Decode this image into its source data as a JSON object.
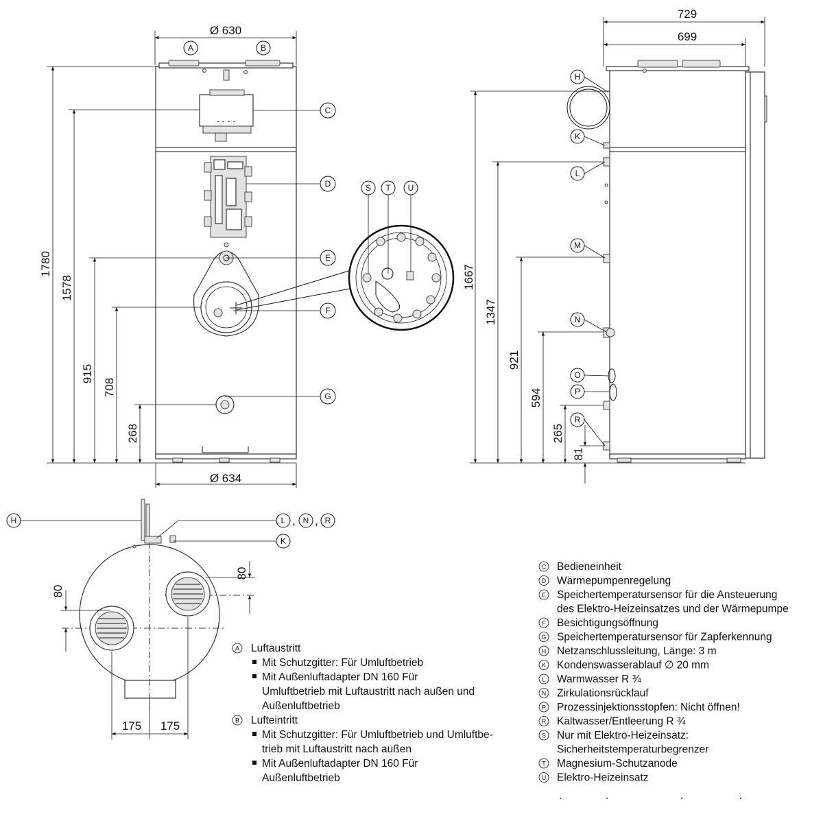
{
  "front_view": {
    "dim_top_diameter": "Ø 630",
    "dim_bottom_diameter": "Ø 634",
    "heights": [
      "1780",
      "1578",
      "915",
      "708",
      "268"
    ],
    "markers": {
      "A": "A",
      "B": "B",
      "C": "C",
      "D": "D",
      "E": "E",
      "F": "F",
      "G": "G",
      "S": "S",
      "T": "T",
      "U": "U"
    }
  },
  "side_view": {
    "dim_total_depth": "729",
    "dim_body_depth": "699",
    "heights": [
      "1667",
      "1347",
      "921",
      "594",
      "265",
      "81"
    ],
    "markers": {
      "H": "H",
      "K": "K",
      "L": "L",
      "M": "M",
      "N": "N",
      "O": "O",
      "P": "P",
      "R": "R"
    }
  },
  "top_view": {
    "dim_left_offset": "175",
    "dim_right_offset": "175",
    "dim_vertical_left": "80",
    "dim_vertical_right": "80",
    "markers": {
      "H": "H",
      "K": "K",
      "L": "L",
      "N": "N",
      "R": "R"
    }
  },
  "legend_air": [
    {
      "key": "A",
      "title": "Luftaustritt",
      "items": [
        [
          "Mit Schutzgitter: Für Umluftbetrieb"
        ],
        [
          "Mit Außenluftadapter DN 160 Für",
          "Umluftbetrieb mit Luftaustritt nach außen und",
          "Außenluftbetrieb"
        ]
      ]
    },
    {
      "key": "B",
      "title": "Lufteintritt",
      "items": [
        [
          "Mit Schutzgitter: Für Umluftbetrieb und Umluftbe-",
          "trieb mit Luftaustritt nach außen"
        ],
        [
          "Mit Außenluftadapter DN 160 Für",
          "Außenluftbetrieb"
        ]
      ]
    }
  ],
  "legend_parts": [
    {
      "key": "C",
      "lines": [
        "Bedieneinheit"
      ]
    },
    {
      "key": "D",
      "lines": [
        "Wärmepumpenregelung"
      ]
    },
    {
      "key": "E",
      "lines": [
        "Speichertemperatursensor für die Ansteuerung",
        "des Elektro-Heizeinsatzes und der Wärmepumpe"
      ]
    },
    {
      "key": "F",
      "lines": [
        "Besichtigungsöffnung"
      ]
    },
    {
      "key": "G",
      "lines": [
        "Speichertemperatursensor für Zapferkennung"
      ]
    },
    {
      "key": "H",
      "lines": [
        "Netzanschlussleitung, Länge: 3 m"
      ]
    },
    {
      "key": "K",
      "lines": [
        "Kondenswasserablauf ∅ 20 mm"
      ]
    },
    {
      "key": "L",
      "lines": [
        "Warmwasser R ¾"
      ]
    },
    {
      "key": "N",
      "lines": [
        "Zirkulationsrücklauf"
      ]
    },
    {
      "key": "P",
      "lines": [
        "Prozessinjektionsstopfen: Nicht öffnen!"
      ]
    },
    {
      "key": "R",
      "lines": [
        "Kaltwasser/Entleerung R ¾"
      ]
    },
    {
      "key": "S",
      "lines": [
        "Nur mit Elektro-Heizeinsatz:",
        "Sicherheitstemperaturbegrenzer"
      ]
    },
    {
      "key": "T",
      "lines": [
        "Magnesium-Schutzanode"
      ]
    },
    {
      "key": "U",
      "lines": [
        "Elektro-Heizeinsatz"
      ]
    }
  ]
}
